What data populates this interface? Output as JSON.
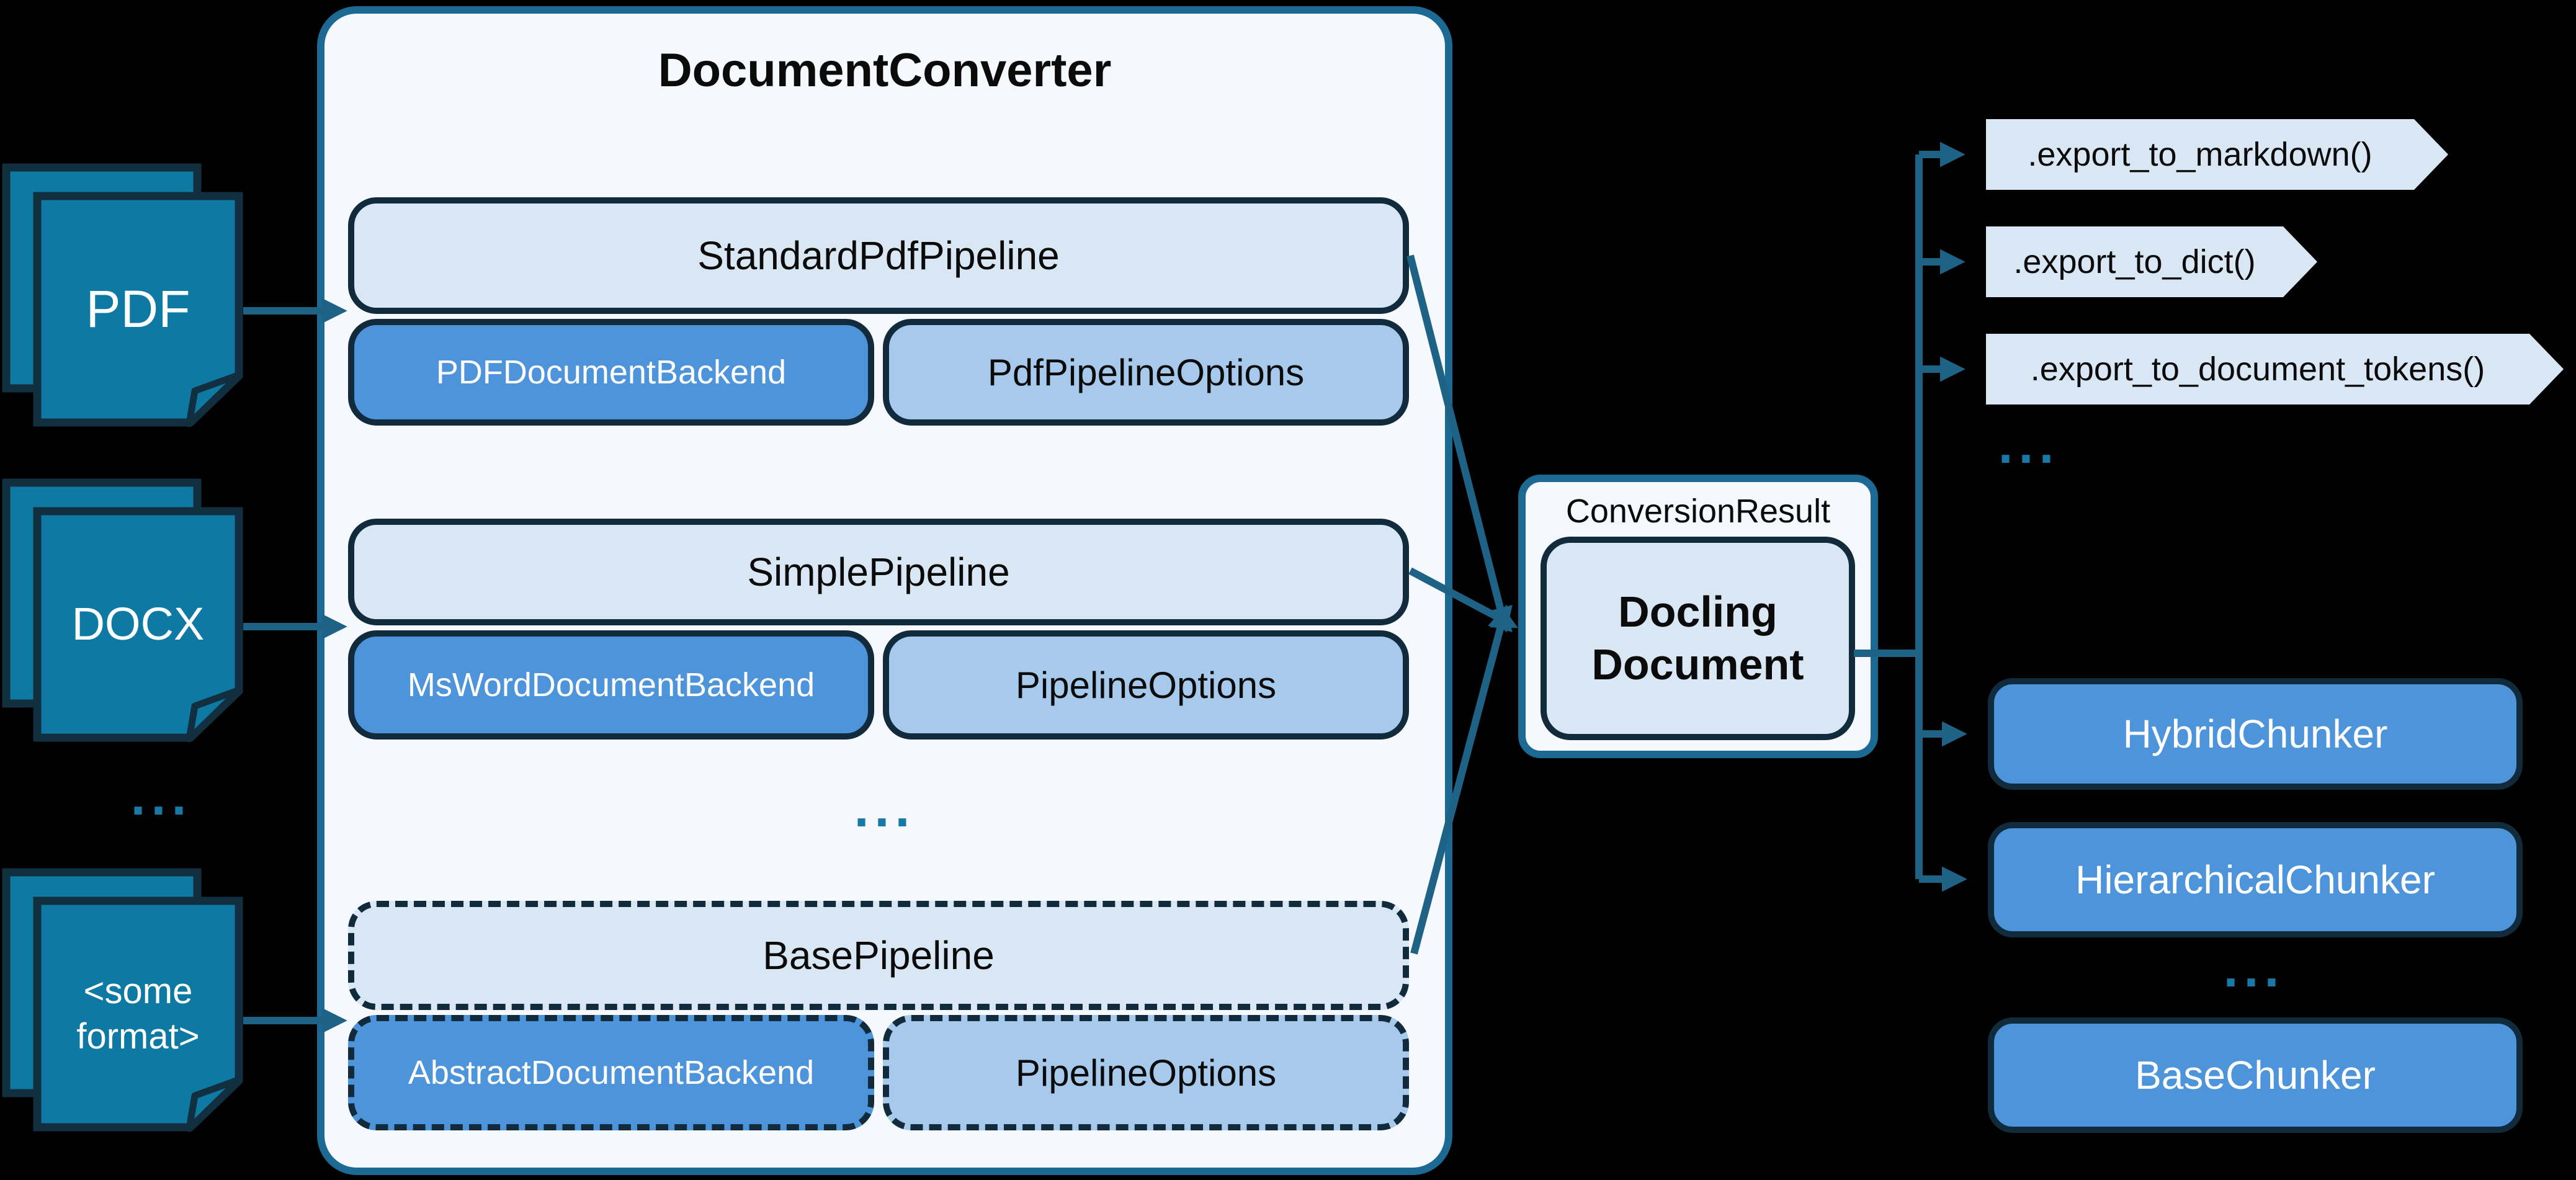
{
  "diagram": {
    "title": "DocumentConverter",
    "inputs": [
      {
        "label": "PDF"
      },
      {
        "label": "DOCX"
      },
      {
        "line1": "<some",
        "line2": "format>"
      }
    ],
    "inputs_ellipsis": "...",
    "groups": [
      {
        "pipeline": "StandardPdfPipeline",
        "backend": "PDFDocumentBackend",
        "options": "PdfPipelineOptions"
      },
      {
        "pipeline": "SimplePipeline",
        "backend": "MsWordDocumentBackend",
        "options": "PipelineOptions"
      },
      {
        "pipeline": "BasePipeline",
        "backend": "AbstractDocumentBackend",
        "options": "PipelineOptions"
      }
    ],
    "groups_ellipsis": "...",
    "result": {
      "label": "ConversionResult",
      "doc_line1": "Docling",
      "doc_line2": "Document"
    },
    "exports": [
      {
        "label": ".export_to_markdown()"
      },
      {
        "label": ".export_to_dict()"
      },
      {
        "label": ".export_to_document_tokens()"
      }
    ],
    "exports_ellipsis": "...",
    "chunkers": [
      {
        "label": "HybridChunker"
      },
      {
        "label": "HierarchicalChunker"
      }
    ],
    "chunkers_ellipsis": "...",
    "base_chunker": "BaseChunker",
    "colors": {
      "background": "#000000",
      "panel_fill": "#F5F8FD",
      "panel_border": "#1C6A93",
      "pipeline_fill": "#D9E7F5",
      "backend_fill": "#4E94DB",
      "options_fill": "#A7CAEC",
      "dark_border": "#112B3C",
      "document_fill": "#0E7AA3",
      "document_border": "#122F40",
      "arrow": "#1E6286",
      "ellipsis": "#1878A6"
    }
  }
}
